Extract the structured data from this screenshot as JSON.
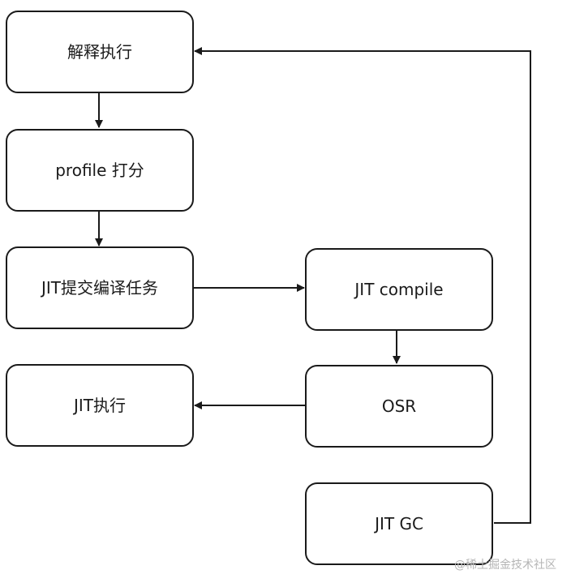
{
  "nodes": {
    "interpret": "解释执行",
    "profile": "profile 打分",
    "jit_submit": "JIT提交编译任务",
    "jit_compile": "JIT compile",
    "osr": "OSR",
    "jit_exec": "JIT执行",
    "jit_gc": "JIT GC"
  },
  "watermark": "@稀土掘金技术社区",
  "colors": {
    "stroke": "#1a1a1a",
    "background": "#ffffff",
    "watermark": "#b5b5b5"
  }
}
